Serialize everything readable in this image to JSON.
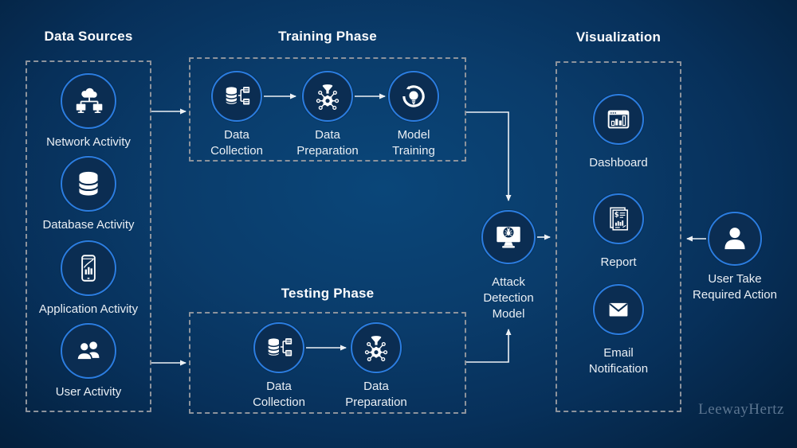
{
  "sections": {
    "data_sources": {
      "title": "Data Sources",
      "items": [
        {
          "label": "Network Activity",
          "icon": "network-icon"
        },
        {
          "label": "Database Activity",
          "icon": "database-icon"
        },
        {
          "label": "Application Activity",
          "icon": "application-icon"
        },
        {
          "label": "User Activity",
          "icon": "users-icon"
        }
      ]
    },
    "training_phase": {
      "title": "Training Phase",
      "items": [
        {
          "label": "Data\nCollection",
          "icon": "data-collection-icon"
        },
        {
          "label": "Data\nPreparation",
          "icon": "data-preparation-icon"
        },
        {
          "label": "Model\nTraining",
          "icon": "model-training-icon"
        }
      ]
    },
    "testing_phase": {
      "title": "Testing Phase",
      "items": [
        {
          "label": "Data\nCollection",
          "icon": "data-collection-icon"
        },
        {
          "label": "Data\nPreparation",
          "icon": "data-preparation-icon"
        }
      ]
    },
    "attack_model": {
      "label": "Attack\nDetection\nModel",
      "icon": "attack-detection-icon"
    },
    "visualization": {
      "title": "Visualization",
      "items": [
        {
          "label": "Dashboard",
          "icon": "dashboard-icon"
        },
        {
          "label": "Report",
          "icon": "report-icon"
        },
        {
          "label": "Email\nNotification",
          "icon": "email-icon"
        }
      ]
    },
    "user_action": {
      "label": "User Take\nRequired Action",
      "icon": "user-icon"
    }
  },
  "watermark": "LeewayHertz",
  "colors": {
    "background_center": "#0a4679",
    "background_corner": "#031b35",
    "node_ring": "#2b7de0",
    "node_fill": "#0b2d52",
    "dashed_border": "#8d939c",
    "arrow": "#edf1f5",
    "title_text": "#fdfdfe",
    "label_text": "#eaeff4",
    "watermark_text": "#5b7590"
  }
}
